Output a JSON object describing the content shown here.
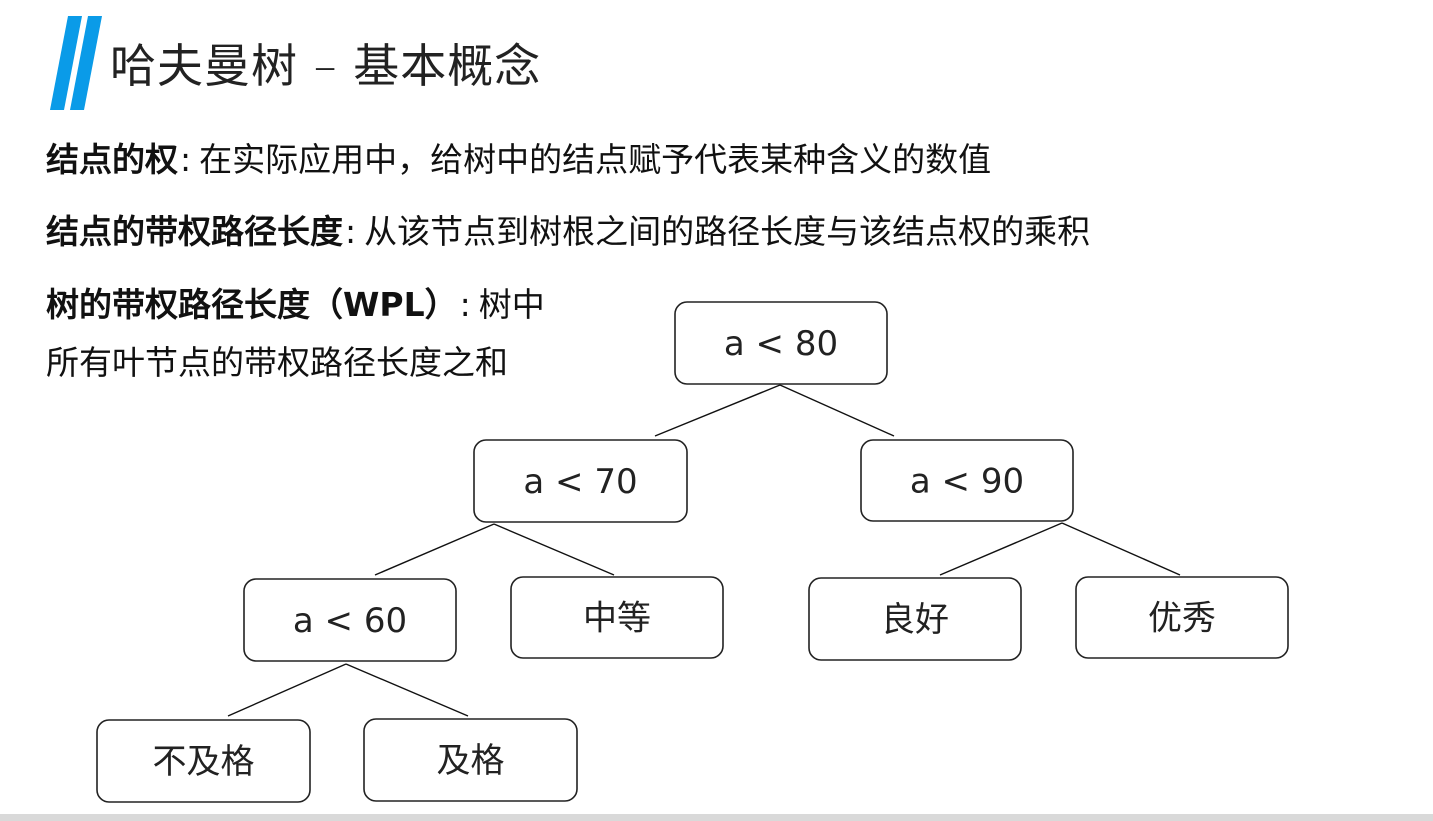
{
  "header": {
    "title": "哈夫曼树 – 基本概念",
    "accent_color": "#0a9be8"
  },
  "definitions": {
    "weight": {
      "term": "结点的权",
      "colon": ":",
      "text": "在实际应用中，给树中的结点赋予代表某种含义的数值"
    },
    "node_wpl": {
      "term": "结点的带权路径长度",
      "colon": ":",
      "text": "从该节点到树根之间的路径长度与该结点权的乘积"
    },
    "tree_wpl": {
      "term": "树的带权路径长度（WPL）",
      "colon": ":",
      "text_line1": "树中",
      "text_line2": "所有叶节点的带权路径长度之和"
    }
  },
  "tree": {
    "nodes": [
      {
        "id": "root",
        "label": "a < 80"
      },
      {
        "id": "n70",
        "label": "a < 70"
      },
      {
        "id": "n90",
        "label": "a < 90"
      },
      {
        "id": "n60",
        "label": "a < 60"
      },
      {
        "id": "medium",
        "label": "中等"
      },
      {
        "id": "good",
        "label": "良好"
      },
      {
        "id": "excellent",
        "label": "优秀"
      },
      {
        "id": "fail",
        "label": "不及格"
      },
      {
        "id": "pass",
        "label": "及格"
      }
    ],
    "edges": [
      {
        "from": "root",
        "to": "n70"
      },
      {
        "from": "root",
        "to": "n90"
      },
      {
        "from": "n70",
        "to": "n60"
      },
      {
        "from": "n70",
        "to": "medium"
      },
      {
        "from": "n90",
        "to": "good"
      },
      {
        "from": "n90",
        "to": "excellent"
      },
      {
        "from": "n60",
        "to": "fail"
      },
      {
        "from": "n60",
        "to": "pass"
      }
    ]
  }
}
